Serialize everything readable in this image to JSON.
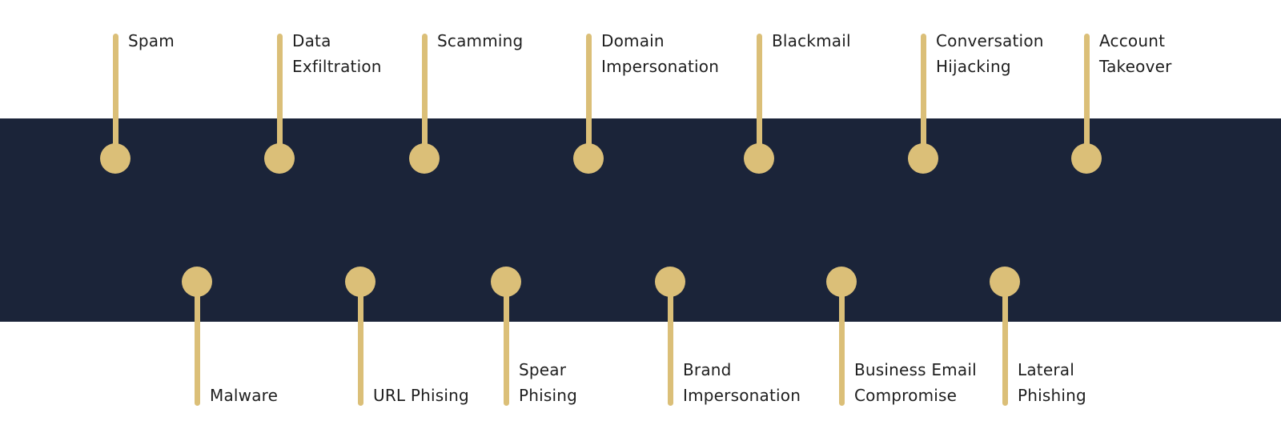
{
  "colors": {
    "band": "#1b2439",
    "accent": "#dbbf78",
    "text": "#1e1e1e",
    "background": "#ffffff"
  },
  "top_items": [
    {
      "lines": [
        "Spam"
      ]
    },
    {
      "lines": [
        "Data",
        "Exfiltration"
      ]
    },
    {
      "lines": [
        "Scamming"
      ]
    },
    {
      "lines": [
        "Domain",
        "Impersonation"
      ]
    },
    {
      "lines": [
        "Blackmail"
      ]
    },
    {
      "lines": [
        "Conversation",
        "Hijacking"
      ]
    },
    {
      "lines": [
        "Account",
        "Takeover"
      ]
    }
  ],
  "bottom_items": [
    {
      "lines": [
        "Malware"
      ]
    },
    {
      "lines": [
        "URL Phising"
      ]
    },
    {
      "lines": [
        "Spear",
        "Phising"
      ]
    },
    {
      "lines": [
        "Brand",
        "Impersonation"
      ]
    },
    {
      "lines": [
        "Business Email",
        "Compromise"
      ]
    },
    {
      "lines": [
        "Lateral",
        "Phishing"
      ]
    }
  ]
}
